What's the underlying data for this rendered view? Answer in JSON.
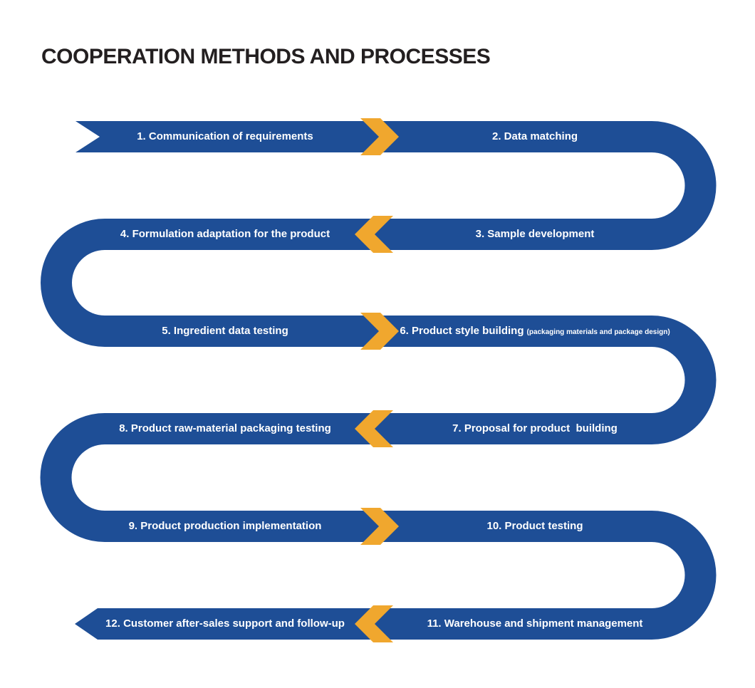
{
  "title": "COOPERATION METHODS AND PROCESSES",
  "colors": {
    "ribbon_blue": "#1E4E96",
    "chevron_yellow": "#F0A72E",
    "title_color": "#231F20",
    "label_color": "#FFFFFF",
    "background": "#FFFFFF"
  },
  "flow": {
    "rows": [
      {
        "left": "1. Communication of requirements",
        "right": "2. Data matching",
        "direction": "right"
      },
      {
        "left": "4. Formulation adaptation for the product",
        "right": "3. Sample development",
        "direction": "left"
      },
      {
        "left": "5. Ingredient data testing",
        "right": "6. Product style building",
        "right_note": "(packaging materials and package design)",
        "direction": "right"
      },
      {
        "left": "8. Product raw-material packaging testing",
        "right": "7. Proposal for product  building",
        "direction": "left"
      },
      {
        "left": "9. Product production implementation",
        "right": "10. Product testing",
        "direction": "right"
      },
      {
        "left": "12. Customer after-sales support and follow-up",
        "right": "11. Warehouse and shipment management",
        "direction": "left"
      }
    ]
  }
}
